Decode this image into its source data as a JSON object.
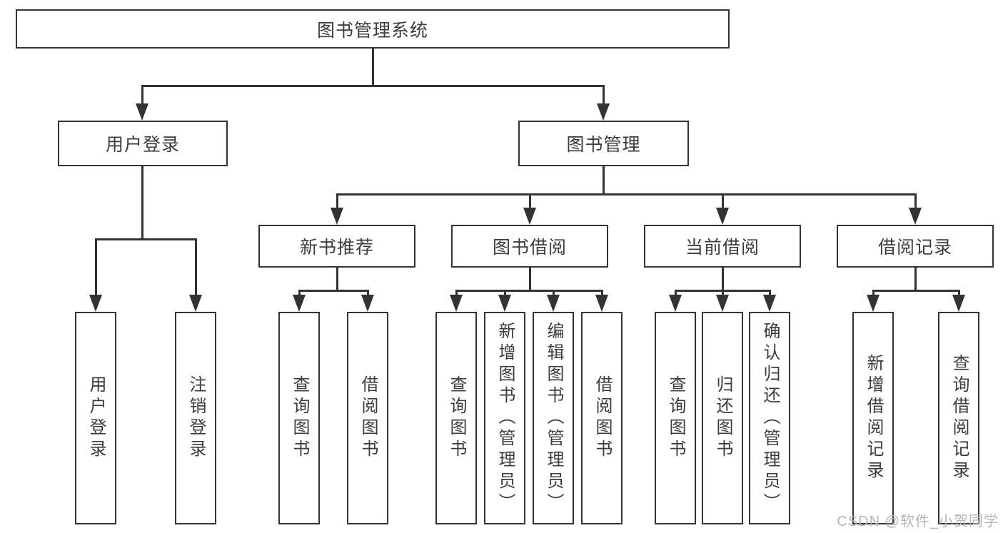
{
  "tree": {
    "label": "图书管理系统",
    "children": [
      {
        "label": "用户登录",
        "children": [
          {
            "label": "用户登录"
          },
          {
            "label": "注销登录"
          }
        ]
      },
      {
        "label": "图书管理",
        "children": [
          {
            "label": "新书推荐",
            "children": [
              {
                "label": "查询图书"
              },
              {
                "label": "借阅图书"
              }
            ]
          },
          {
            "label": "图书借阅",
            "children": [
              {
                "label": "查询图书"
              },
              {
                "label": "新增图书（管理员）"
              },
              {
                "label": "编辑图书（管理员）"
              },
              {
                "label": "借阅图书"
              }
            ]
          },
          {
            "label": "当前借阅",
            "children": [
              {
                "label": "查询图书"
              },
              {
                "label": "归还图书"
              },
              {
                "label": "确认归还（管理员）"
              }
            ]
          },
          {
            "label": "借阅记录",
            "children": [
              {
                "label": "新增借阅记录"
              },
              {
                "label": "查询借阅记录"
              }
            ]
          }
        ]
      }
    ]
  },
  "colors": {
    "line": "#333333",
    "text": "#3c3c3c",
    "watermark": "#b5b5b5"
  },
  "watermark": {
    "text": "CSDN @软件_小贺同学"
  }
}
